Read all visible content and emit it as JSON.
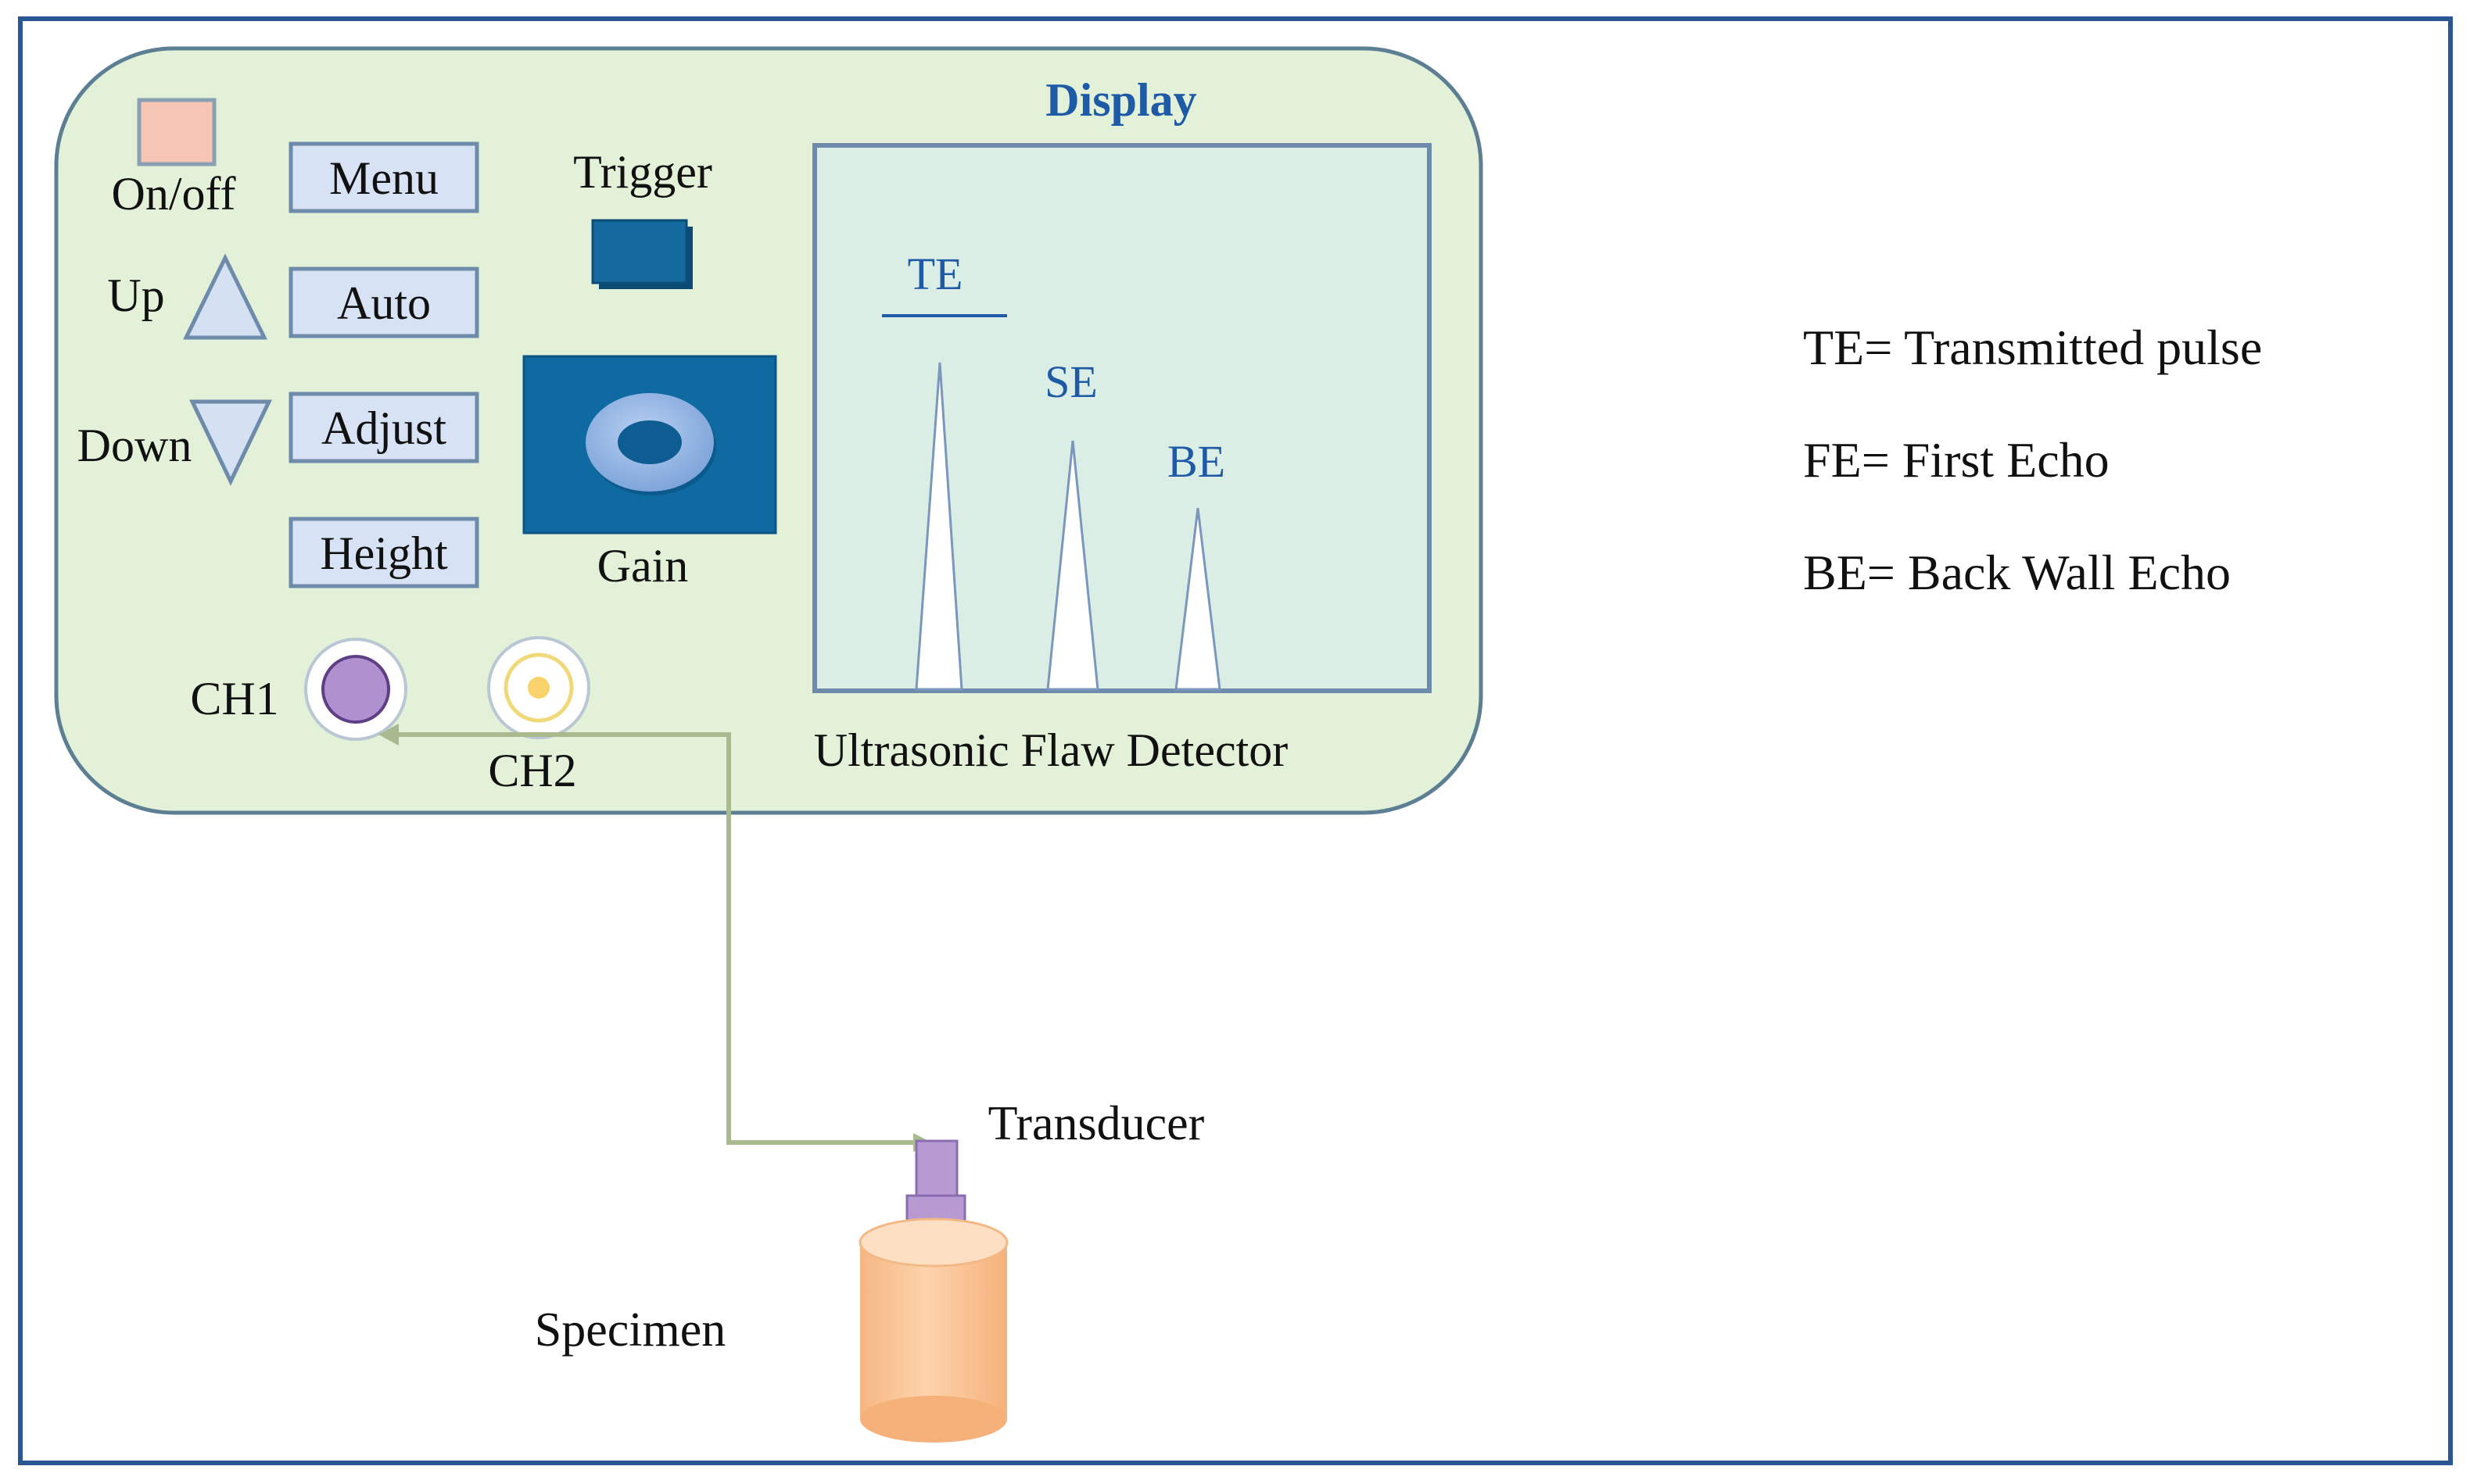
{
  "colors": {
    "frame": "#2a5794",
    "panel_fill": "#e3f1d8",
    "panel_stroke": "#5d7f93",
    "button_fill": "#d7e3f4",
    "button_stroke": "#6f8bab",
    "onoff_fill": "#f7c5b5",
    "trigger_fill": "#14699e",
    "gain_fill": "#0f6aa2",
    "gain_ring": "#8fb3e3",
    "screen_fill": "#dbeee6",
    "screen_stroke": "#6f8bab",
    "ch1_fill": "#b091cf",
    "ch2_fill": "#f7e488",
    "cable": "#a9bb8e",
    "transducer": "#b89ad2",
    "specimen": "#fbc99a",
    "label_blue": "#1f5aa6"
  },
  "panel": {
    "title": "Display",
    "device_name": "Ultrasonic Flaw Detector",
    "onoff_label": "On/off",
    "up_label": "Up",
    "down_label": "Down",
    "buttons": [
      "Menu",
      "Auto",
      "Adjust",
      "Height"
    ],
    "trigger_label": "Trigger",
    "gain_label": "Gain",
    "ch1_label": "CH1",
    "ch2_label": "CH2"
  },
  "display": {
    "peaks": [
      {
        "label": "TE"
      },
      {
        "label": "SE"
      },
      {
        "label": "BE"
      }
    ]
  },
  "transducer_label": "Transducer",
  "specimen_label": "Specimen",
  "legend": [
    "TE= Transmitted pulse",
    "FE= First Echo",
    "BE= Back Wall Echo"
  ]
}
